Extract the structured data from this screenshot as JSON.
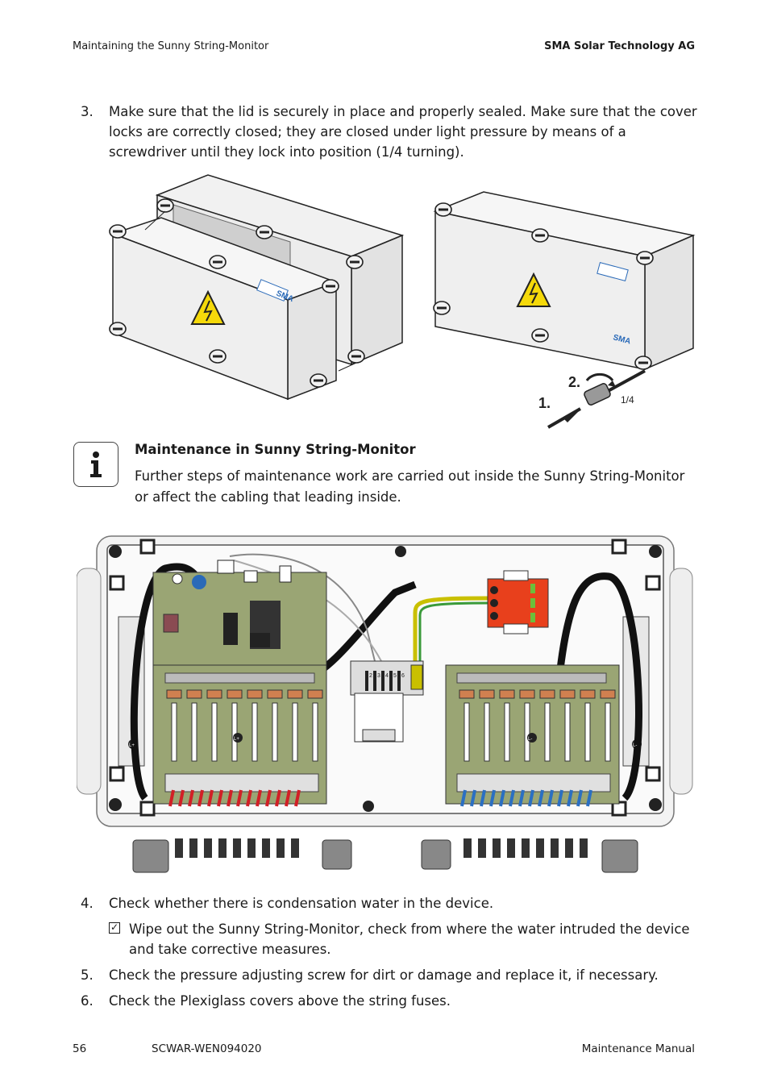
{
  "header": {
    "section": "Maintaining the Sunny String-Monitor",
    "company": "SMA Solar Technology AG"
  },
  "steps": [
    {
      "num": "3.",
      "text": "Make sure that the lid is securely in place and properly sealed. Make sure that the cover locks are correctly closed; they are closed under light pressure by means of a screwdriver until they lock into position (1/4 turning)."
    },
    {
      "num": "4.",
      "text": "Check whether there is condensation water in the device."
    },
    {
      "num": "5.",
      "text": "Check the pressure adjusting screw for dirt or damage and replace it, if necessary."
    },
    {
      "num": "6.",
      "text": "Check the Plexiglass covers above the string fuses."
    }
  ],
  "result": {
    "text": "Wipe out the Sunny String-Monitor, check from where the water intruded the device and take corrective measures."
  },
  "figure1": {
    "logo": "SMA",
    "callouts": [
      "2.",
      "1."
    ],
    "turn_label": "1/4"
  },
  "info": {
    "icon": "info-icon",
    "title": "Maintenance in Sunny String-Monitor",
    "body": "Further steps of maintenance work are carried out inside the Sunny String-Monitor or affect the cabling that leading inside."
  },
  "figure2": {
    "terminal_numbers": [
      "2",
      "3",
      "4",
      "5",
      "6"
    ],
    "bus_labels": [
      "L+",
      "L+",
      "L-",
      "L-"
    ]
  },
  "footer": {
    "page": "56",
    "doc_id": "SCWAR-WEN094020",
    "doc_type": "Maintenance Manual"
  },
  "colors": {
    "warning_yellow": "#f5d90a",
    "board_green": "#9aa574",
    "fuse_red": "#d21f26",
    "fuse_blue": "#2b6fc2",
    "surge_red": "#e8401c",
    "logo_blue": "#2a6ab8"
  }
}
